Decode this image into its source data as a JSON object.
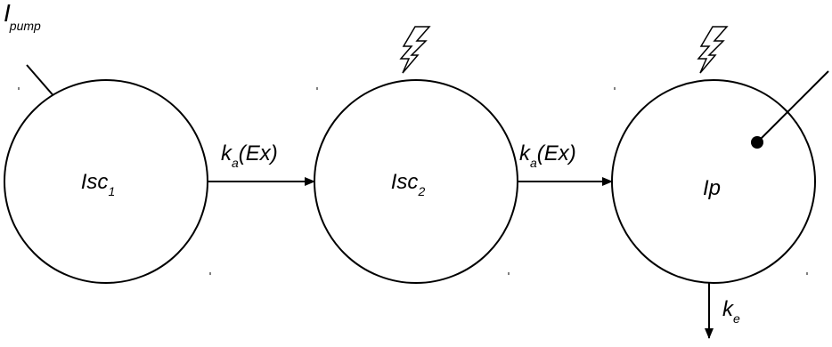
{
  "nodes": {
    "isc1": {
      "label": "Isc",
      "sub": "1"
    },
    "isc2": {
      "label": "Isc",
      "sub": "2"
    },
    "ip": {
      "label": "Ip",
      "sub": ""
    }
  },
  "inputs": {
    "pump": {
      "label": "I",
      "sub": "pump"
    }
  },
  "edges": {
    "isc1_isc2": {
      "label": "k",
      "sub": "a",
      "suffix": "(Ex)"
    },
    "isc2_ip": {
      "label": "k",
      "sub": "a",
      "suffix": "(Ex)"
    }
  },
  "outputs": {
    "elimination": {
      "label": "k",
      "sub": "e"
    }
  },
  "icons": {
    "light_bolt": "lightning-bolt-icon"
  }
}
